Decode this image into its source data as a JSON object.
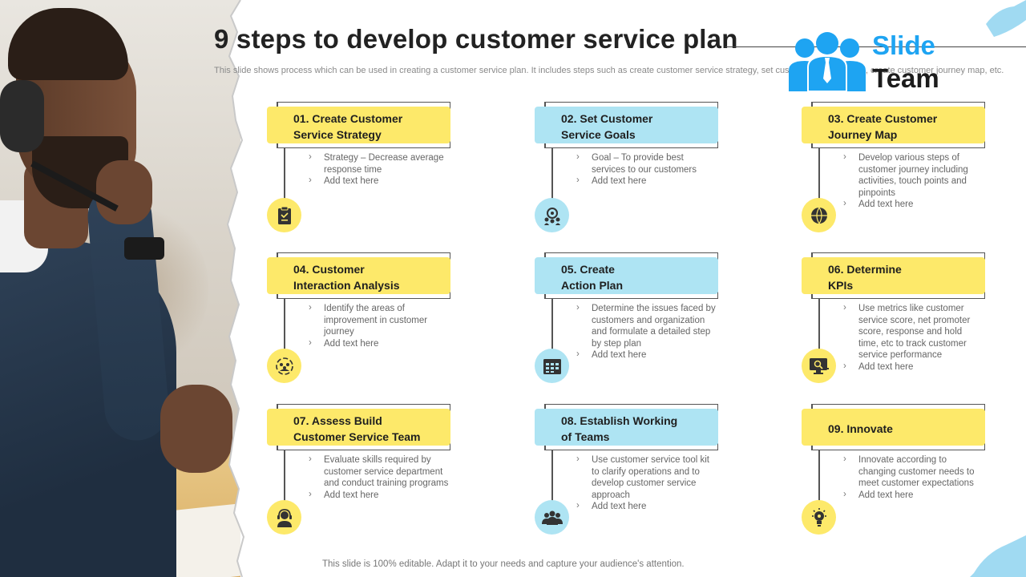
{
  "title": "9 steps to develop customer service plan",
  "subtitle": "This slide shows process which can be used in creating a customer service plan. It includes steps such as create customer service strategy, set customer service goals, create customer journey map, etc.",
  "logo": {
    "word1": "Slide",
    "word2": "Team",
    "accent_color": "#1ea4f2"
  },
  "colors": {
    "yellow": "#fde96a",
    "blue": "#aee4f3"
  },
  "steps": [
    {
      "num": "01.",
      "title_line1": "Create Customer",
      "title_line2": "Service Strategy",
      "icon": "clipboard-icon",
      "bullets": [
        "Strategy – Decrease average response time",
        "Add text here"
      ]
    },
    {
      "num": "02.",
      "title_line1": "Set Customer",
      "title_line2": "Service Goals",
      "icon": "goal-team-icon",
      "bullets": [
        "Goal – To provide best services to our customers",
        "Add text here"
      ]
    },
    {
      "num": "03.",
      "title_line1": "Create Customer",
      "title_line2": "Journey Map",
      "icon": "globe-icon",
      "bullets": [
        "Develop various steps of customer journey including activities, touch points and pinpoints",
        "Add text here"
      ]
    },
    {
      "num": "04.",
      "title_line1": "Customer",
      "title_line2": "Interaction Analysis",
      "icon": "interaction-cycle-icon",
      "bullets": [
        "Identify the areas of improvement in customer journey",
        "Add text here"
      ]
    },
    {
      "num": "05.",
      "title_line1": "Create",
      "title_line2": "Action Plan",
      "icon": "calendar-grid-icon",
      "bullets": [
        "Determine the issues faced by customers and organization and formulate a detailed step by step plan",
        "Add text here"
      ]
    },
    {
      "num": "06.",
      "title_line1": "Determine",
      "title_line2": "KPIs",
      "icon": "monitor-search-icon",
      "bullets": [
        "Use metrics like customer service score, net promoter score, response and hold time, etc to track customer service performance",
        "Add text here"
      ]
    },
    {
      "num": "07.",
      "title_line1": "Assess Build",
      "title_line2": "Customer Service Team",
      "icon": "headset-agent-icon",
      "bullets": [
        "Evaluate skills required by customer service department and conduct training programs",
        "Add text here"
      ]
    },
    {
      "num": "08.",
      "title_line1": "Establish Working",
      "title_line2": "of Teams",
      "icon": "team-group-icon",
      "bullets": [
        "Use customer service tool kit to clarify operations and to develop customer service approach",
        "Add text here"
      ]
    },
    {
      "num": "09.",
      "title_line1": "Innovate",
      "title_line2": "",
      "icon": "innovation-bulb-icon",
      "bullets": [
        "Innovate according to changing customer needs to meet customer expectations",
        "Add text here"
      ]
    }
  ],
  "footer": "This slide is 100% editable. Adapt it to your needs and capture your audience's attention."
}
